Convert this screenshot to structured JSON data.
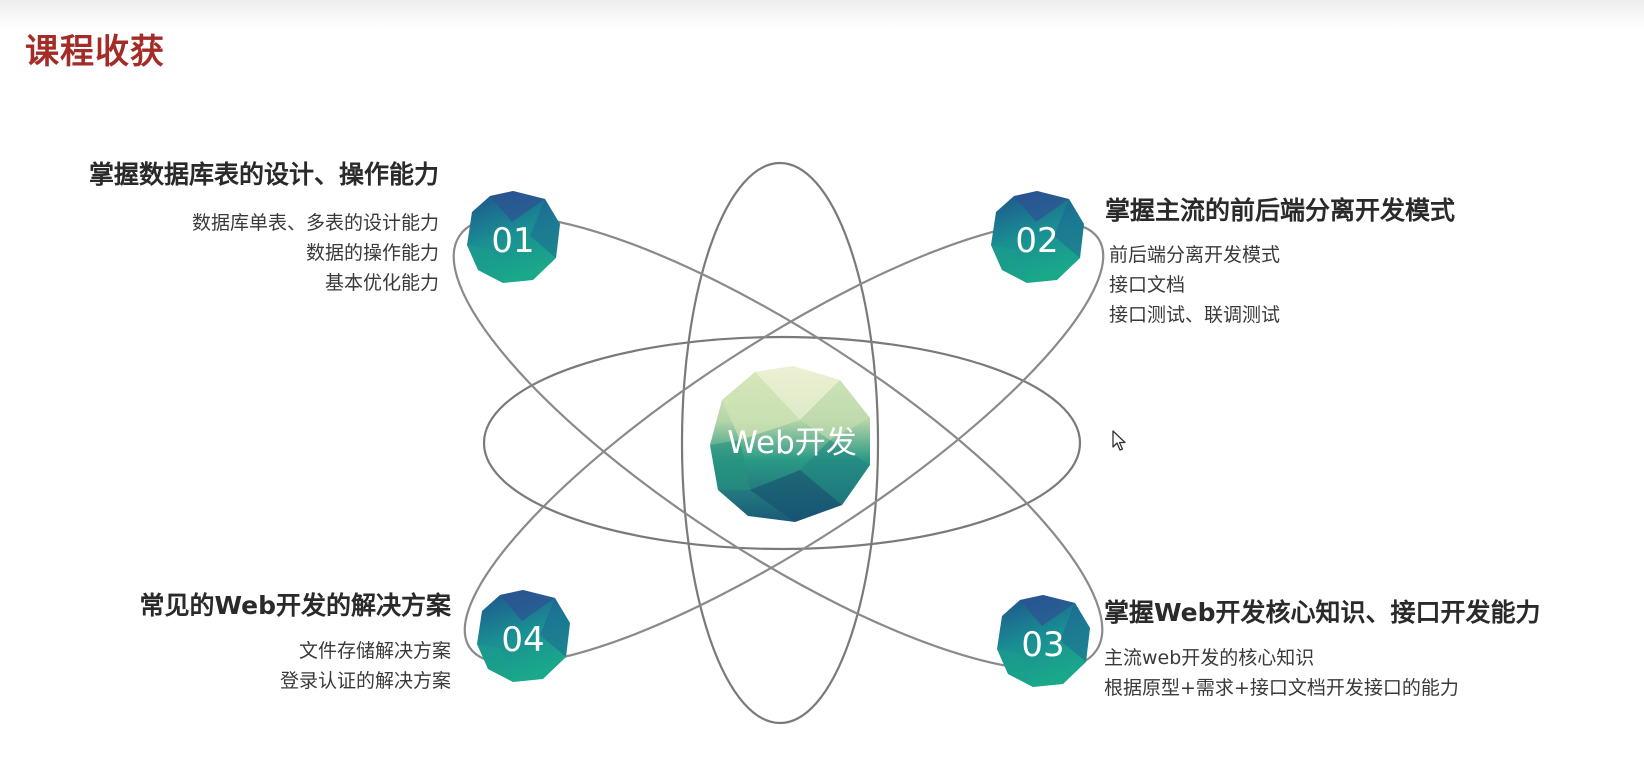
{
  "title": "课程收获",
  "center": {
    "label": "Web开发"
  },
  "nodes": [
    {
      "number": "01"
    },
    {
      "number": "02"
    },
    {
      "number": "03"
    },
    {
      "number": "04"
    }
  ],
  "outcomes": {
    "o01": {
      "heading": "掌握数据库表的设计、操作能力",
      "items": [
        "数据库单表、多表的设计能力",
        "数据的操作能力",
        "基本优化能力"
      ]
    },
    "o02": {
      "heading": "掌握主流的前后端分离开发模式",
      "items": [
        "前后端分离开发模式",
        "接口文档",
        "接口测试、联调测试"
      ]
    },
    "o03": {
      "heading": "掌握Web开发核心知识、接口开发能力",
      "items": [
        "主流web开发的核心知识",
        "根据原型+需求+接口文档开发接口的能力"
      ]
    },
    "o04": {
      "heading": "常见的Web开发的解决方案",
      "items": [
        "文件存储解决方案",
        "登录认证的解决方案"
      ]
    }
  },
  "colors": {
    "title": "#a32c28",
    "orbit": "#8a8a8a",
    "sphere_dark": "#1d4f8a",
    "sphere_teal": "#1f9a8a",
    "sphere_light": "#dfe9c8"
  },
  "icons": {
    "cursor": "mouse-pointer-icon"
  }
}
